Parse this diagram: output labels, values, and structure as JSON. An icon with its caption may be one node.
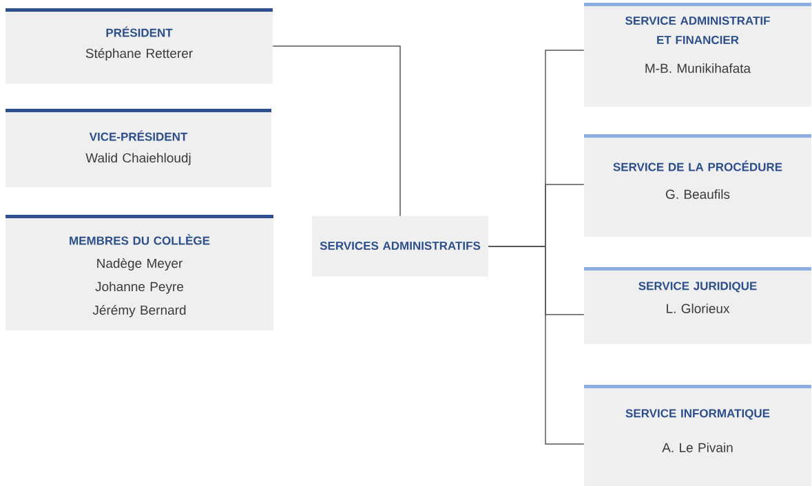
{
  "diagram": {
    "nodes": [
      {
        "text": [
          "PRÉSIDENT",
          "Stéphane Retterer"
        ]
      },
      {
        "text": [
          "VICE-PRÉSIDENT",
          "Walid Chaiehloudj"
        ]
      },
      {
        "text": [
          "MEMBRES DU COLLÈGE",
          "Nadège Meyer",
          "Johanne Peyre",
          "Jérémy Bernard"
        ]
      },
      {
        "text": [
          "SERVICES ADMINISTRATIFS"
        ]
      },
      {
        "text": [
          "SERVICE ADMINISTRATIF ET FINANCIER",
          "M-B. Munikihafata"
        ]
      },
      {
        "text": [
          "SERVICE DE LA PROCÉDURE",
          "G. Beaufils"
        ]
      },
      {
        "text": [
          "SERVICE JURIDIQUE",
          "L. Glorieux"
        ]
      },
      {
        "text": [
          "SERVICE INFORMATIQUE",
          "A. Le Pivain"
        ]
      }
    ],
    "edges": [
      {
        "from": 0,
        "to": 3,
        "arrow": "none"
      },
      {
        "from": 3,
        "to": 4,
        "arrow": "none"
      },
      {
        "from": 3,
        "to": 5,
        "arrow": "none"
      },
      {
        "from": 3,
        "to": 6,
        "arrow": "none"
      },
      {
        "from": 3,
        "to": 7,
        "arrow": "none"
      }
    ]
  }
}
